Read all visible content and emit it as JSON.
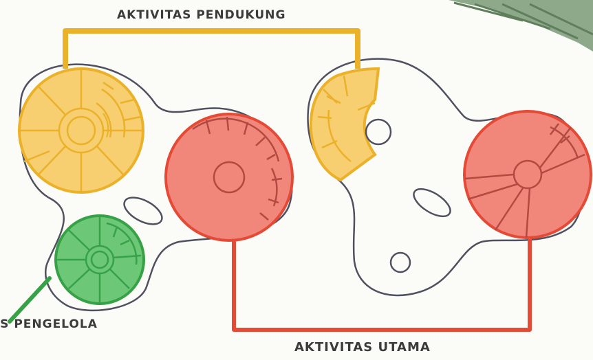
{
  "labels": {
    "top": "AKTIVITAS PENDUKUNG",
    "left": "AS PENGELOLA",
    "bottom": "AKTIVITAS UTAMA"
  },
  "colors": {
    "yellow_fill": "#f7cf70",
    "yellow_line": "#eab129",
    "red_fill": "#f0877a",
    "red_line": "#e44a35",
    "red_inner": "#b24a42",
    "green_fill": "#6cc777",
    "green_line": "#36a146",
    "outline": "#4f5160",
    "text": "#3b3b3b"
  }
}
